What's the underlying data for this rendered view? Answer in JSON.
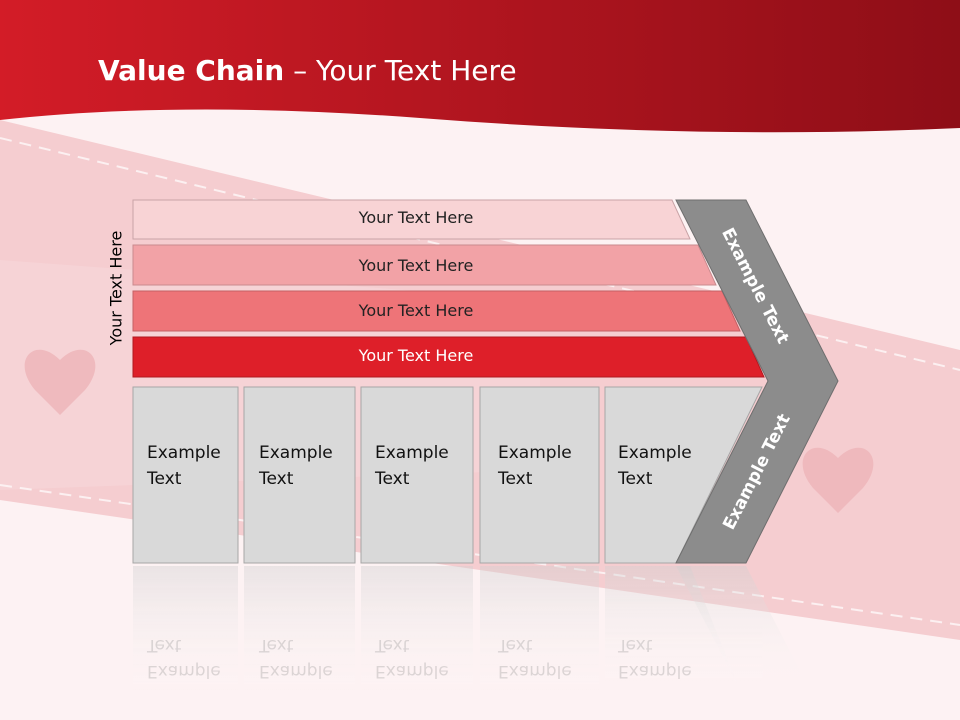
{
  "title": {
    "bold": "Value Chain",
    "rest": " – Your Text Here"
  },
  "side_label": "Your Text Here",
  "bars": [
    {
      "label": "Your Text Here"
    },
    {
      "label": "Your Text Here"
    },
    {
      "label": "Your Text Here"
    },
    {
      "label": "Your Text Here"
    }
  ],
  "boxes": [
    {
      "line1": "Example",
      "line2": "Text"
    },
    {
      "line1": "Example",
      "line2": "Text"
    },
    {
      "line1": "Example",
      "line2": "Text"
    },
    {
      "line1": "Example",
      "line2": "Text"
    },
    {
      "line1": "Example",
      "line2": "Text"
    }
  ],
  "arrow": {
    "upper": "Example Text",
    "lower": "Example Text"
  },
  "colors": {
    "header": "#c0141e",
    "bar1": "#f8d3d5",
    "bar2": "#f2a2a6",
    "bar3": "#ee7478",
    "bar4": "#de1f29",
    "box": "#d9d9d9",
    "arrow": "#8c8c8c"
  }
}
